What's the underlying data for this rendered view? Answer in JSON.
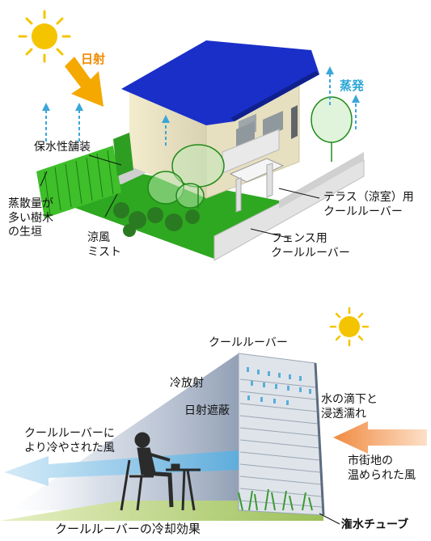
{
  "top_diagram": {
    "labels": {
      "sunlight": "日射",
      "evaporation": "蒸発",
      "water_retentive_pavement": "保水性舗装",
      "hedge": "蒸散量が\n多い樹木\nの生垣",
      "cool_mist": "涼風\nミスト",
      "terrace_louver": "テラス（涼室）用\nクールルーバー",
      "fence_louver": "フェンス用\nクールルーバー"
    }
  },
  "bottom_diagram": {
    "labels": {
      "cool_louver": "クールルーバー",
      "radiative_cooling": "冷放射",
      "sun_shading": "日射遮蔽",
      "water_drip": "水の滴下と\n浸透濡れ",
      "cooled_wind": "クールルーバーに\nより冷やされた風",
      "warm_wind": "市街地の\n温められた風",
      "sprinkler_tube": "潅水チューブ",
      "caption": "クールルーバーの冷却効果"
    }
  },
  "colors": {
    "roof": "#1a2fc8",
    "wall": "#efe8c8",
    "grass": "#2ea820",
    "evaporation_arrow": "#3aa6d9",
    "sun": "#f5c400",
    "sunlight_arrow": "#f5a800",
    "warm_wind": "#f08a40",
    "cool_wind": "#5aaee0"
  }
}
